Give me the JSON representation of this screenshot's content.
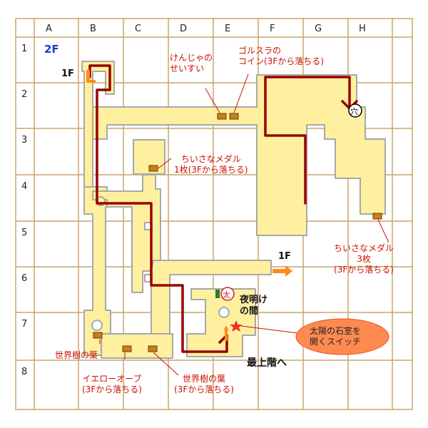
{
  "map": {
    "floor_label": "2F",
    "columns": [
      "A",
      "B",
      "C",
      "D",
      "E",
      "F",
      "G",
      "H"
    ],
    "rows": [
      "1",
      "2",
      "3",
      "4",
      "5",
      "6",
      "7",
      "8"
    ],
    "colors": {
      "grid": "#c9a56b",
      "floor": "#fff0a0",
      "wall": "#a8a8a8",
      "route": "#990000",
      "arrow": "#ff8c1a",
      "note_red": "#cc1100",
      "switch_bubble": "#ff8a50"
    }
  },
  "annotations": {
    "stairs_1f_top": "1F",
    "kenja": "けんじゃの\nせいすい",
    "gorusura": "ゴルスラの\nコイン(3Fから落ちる)",
    "small_medal_1": "ちいさなメダル\n1枚(3Fから落ちる)",
    "small_medal_3": "ちいさなメダル\n3枚\n(3Fから落ちる)",
    "exit_1f_right": "1F",
    "dawn_room": "夜明け\nの間",
    "sun_stone_switch": "太陽の石室を\n開くスイッチ",
    "to_top_floor": "最上階へ",
    "sekaiju_left": "世界樹の葉",
    "yellow_orb": "イエローオーブ\n(3Fから落ちる)",
    "sekaiju_right": "世界樹の葉\n(3Fから落ちる)",
    "hole_symbol": "穴",
    "sun_symbol": "太"
  }
}
